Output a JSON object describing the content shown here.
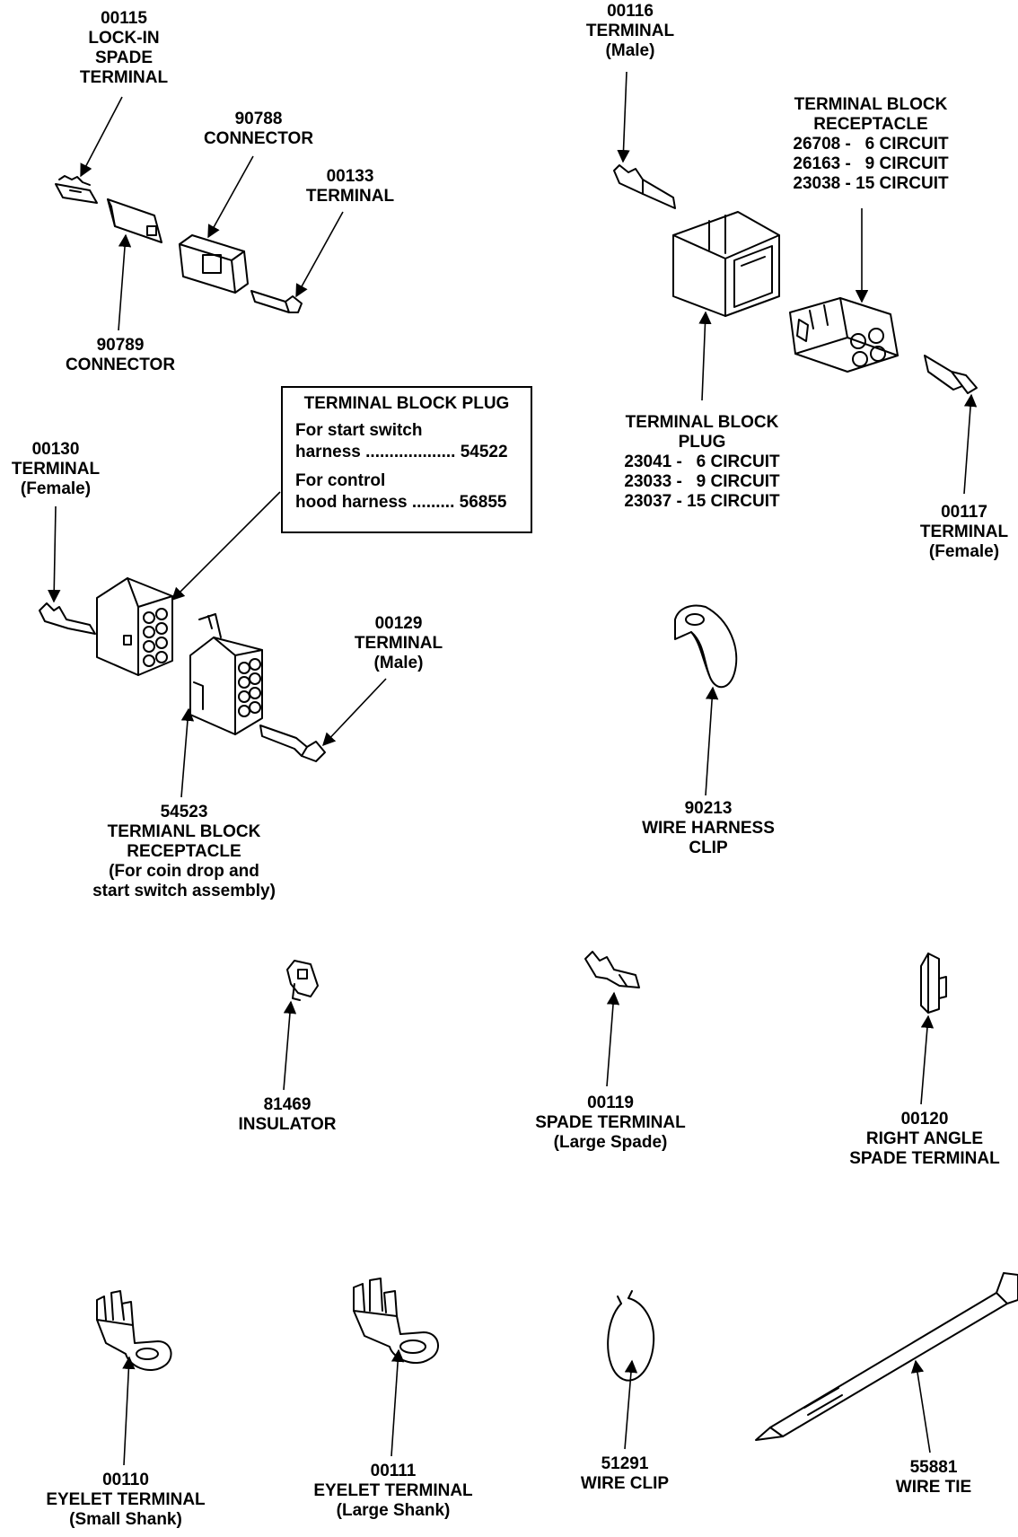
{
  "labels": {
    "p00115": {
      "num": "00115",
      "l1": "LOCK-IN",
      "l2": "SPADE",
      "l3": "TERMINAL"
    },
    "p90788": {
      "num": "90788",
      "l1": "CONNECTOR"
    },
    "p00133": {
      "num": "00133",
      "l1": "TERMINAL"
    },
    "p90789": {
      "num": "90789",
      "l1": "CONNECTOR"
    },
    "p00116": {
      "num": "00116",
      "l1": "TERMINAL",
      "l2": "(Male)"
    },
    "receptacle": {
      "l1": "TERMINAL BLOCK",
      "l2": "RECEPTACLE",
      "l3": "26708 -   6 CIRCUIT",
      "l4": "26163 -   9 CIRCUIT",
      "l5": "23038 - 15 CIRCUIT"
    },
    "plug": {
      "l1": "TERMINAL BLOCK",
      "l2": "PLUG",
      "l3": "23041 -   6 CIRCUIT",
      "l4": "23033 -   9 CIRCUIT",
      "l5": "23037 - 15 CIRCUIT"
    },
    "p00117": {
      "num": "00117",
      "l1": "TERMINAL",
      "l2": "(Female)"
    },
    "p00130": {
      "num": "00130",
      "l1": "TERMINAL",
      "l2": "(Female)"
    },
    "p00129": {
      "num": "00129",
      "l1": "TERMINAL",
      "l2": "(Male)"
    },
    "p54523": {
      "num": "54523",
      "l1": "TERMIANL BLOCK",
      "l2": "RECEPTACLE",
      "l3": "(For coin drop and",
      "l4": "start switch assembly)"
    },
    "p90213": {
      "num": "90213",
      "l1": "WIRE HARNESS",
      "l2": "CLIP"
    },
    "p81469": {
      "num": "81469",
      "l1": "INSULATOR"
    },
    "p00119": {
      "num": "00119",
      "l1": "SPADE TERMINAL",
      "l2": "(Large Spade)"
    },
    "p00120": {
      "num": "00120",
      "l1": "RIGHT ANGLE",
      "l2": "SPADE TERMINAL"
    },
    "p00110": {
      "num": "00110",
      "l1": "EYELET TERMINAL",
      "l2": "(Small Shank)"
    },
    "p00111": {
      "num": "00111",
      "l1": "EYELET TERMINAL",
      "l2": "(Large Shank)"
    },
    "p51291": {
      "num": "51291",
      "l1": "WIRE CLIP"
    },
    "p55881": {
      "num": "55881",
      "l1": "WIRE TIE"
    }
  },
  "plug_box": {
    "title": "TERMINAL BLOCK PLUG",
    "row1a": "For start switch",
    "row1b": "harness ................... 54522",
    "row2a": "For control",
    "row2b": "hood harness ......... 56855"
  }
}
